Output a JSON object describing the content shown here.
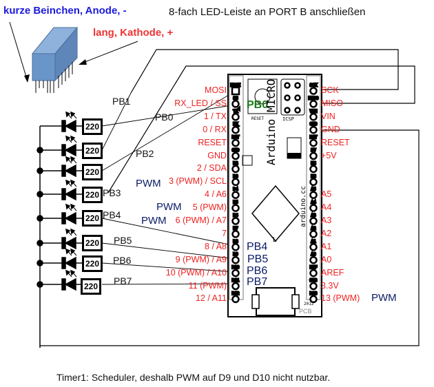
{
  "title": "8-fach LED-Leiste an PORT B anschließen",
  "led_bar_labels": {
    "short_legs": "kurze Beinchen, Anode, -",
    "long_legs": "lang, Kathode, +"
  },
  "resistors": [
    "220",
    "220",
    "220",
    "220",
    "220",
    "220",
    "220",
    "220"
  ],
  "led_port_labels": [
    "PB0",
    "PB1",
    "PB2",
    "PB3",
    "PB4",
    "PB5",
    "PB6",
    "PB7"
  ],
  "board": {
    "name": "Arduino MICRO",
    "site": "arduino.cc",
    "icsp_label": "ICSP",
    "reset_label": "RESET",
    "led_label": "L",
    "left_pins": [
      "MOSI",
      "RX_LED / SS",
      "1 / TX",
      "0 / RX",
      "RESET",
      "GND",
      "2 / SDA",
      "3 (PWM) / SCL",
      "4 / A6",
      "5 (PWM)",
      "6 (PWM) / A7",
      "7",
      "8 / A8",
      "9 (PWM) / A9",
      "10 (PWM) / A10",
      "11 (PWM)",
      "12 / A11"
    ],
    "left_silk": [
      "MOSI",
      "SS",
      "TX",
      "RX",
      "RST",
      "GND",
      "D2",
      "D3",
      "D4",
      "D5",
      "D6",
      "D7",
      "D8",
      "D9",
      "D10",
      "D11",
      "D12"
    ],
    "right_pins": [
      "SCK",
      "MISO",
      "VIN",
      "GND",
      "RESET",
      "+5V",
      "",
      "",
      "A5",
      "A4",
      "A3",
      "A2",
      "A1",
      "A0",
      "AREF",
      "3.3V",
      "13 (PWM)"
    ],
    "right_silk": [
      "SCK",
      "MISO",
      "VIN",
      "GND",
      "RST",
      "5V",
      "NC",
      "NC",
      "A5",
      "A4",
      "A3",
      "A2",
      "A1",
      "A0",
      "REF",
      "3V3",
      "D13"
    ],
    "board_port_labels": {
      "pb0": "PB0",
      "pb4": "PB4",
      "pb5": "PB5",
      "pb6": "PB6",
      "pb7": "PB7"
    },
    "pcb_year": "2012",
    "pcb_label": "PCB"
  },
  "pwm_labels": [
    "PWM",
    "PWM",
    "PWM",
    "PWM"
  ],
  "footer": "Timer1: Scheduler, deshalb PWM auf D9 und D10 nicht nutzbar.",
  "colors": {
    "pin_label": "#ee2222",
    "anode_label": "#1a1adc",
    "cathode_label": "#ee3333",
    "pb0_label": "#1a7a1a",
    "led_bar": "#6a95c8"
  }
}
